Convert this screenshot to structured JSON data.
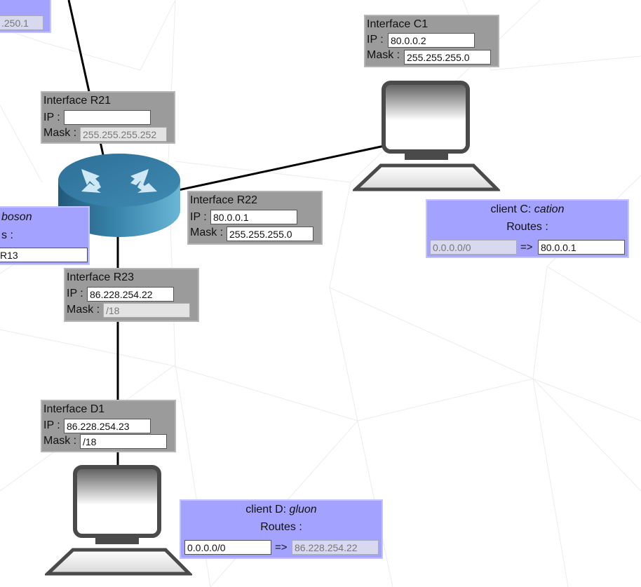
{
  "interfaces": {
    "c1": {
      "title": "Interface C1",
      "ip_label": "IP :",
      "mask_label": "Mask :",
      "ip": "80.0.0.2",
      "mask": "255.255.255.0"
    },
    "r21": {
      "title": "Interface R21",
      "ip_label": "IP :",
      "mask_label": "Mask :",
      "ip": "",
      "mask": "255.255.255.252"
    },
    "r22": {
      "title": "Interface R22",
      "ip_label": "IP :",
      "mask_label": "Mask :",
      "ip": "80.0.0.1",
      "mask": "255.255.255.0"
    },
    "r23": {
      "title": "Interface R23",
      "ip_label": "IP :",
      "mask_label": "Mask :",
      "ip": "86.228.254.22",
      "mask": "/18"
    },
    "d1": {
      "title": "Interface D1",
      "ip_label": "IP :",
      "mask_label": "Mask :",
      "ip": "86.228.254.23",
      "mask": "/18"
    }
  },
  "top_left_fragment": {
    "value": ".250.1"
  },
  "client_b_fragment": {
    "name": "boson",
    "routes_label": "s :",
    "gateway": "R13"
  },
  "clients": {
    "c": {
      "title": "client C: ",
      "name": "cation",
      "routes_label": "Routes :",
      "dest": "0.0.0.0/0",
      "arrow": "=>",
      "gateway": "80.0.0.1"
    },
    "d": {
      "title": "client D: ",
      "name": "gluon",
      "routes_label": "Routes :",
      "dest": "0.0.0.0/0",
      "arrow": "=>",
      "gateway": "86.228.254.22"
    }
  },
  "icons": [
    "router-icon",
    "computer-icon"
  ],
  "colors": {
    "interface_panel": "#9b9b9b",
    "client_panel": "#a3a3ff",
    "router": "#2e6f96",
    "link": "#000000"
  }
}
